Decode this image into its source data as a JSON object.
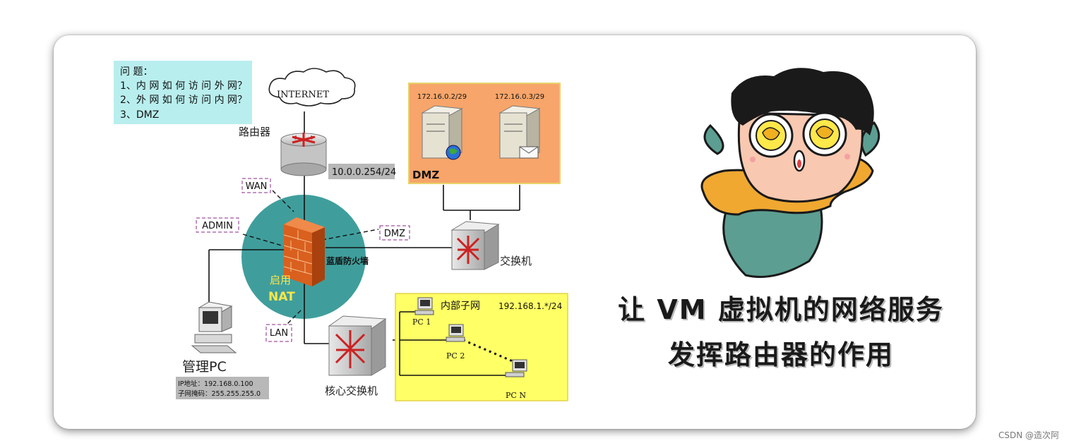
{
  "question_box": {
    "title": "问 题：",
    "line1": "1、内 网 如 何 访 问 外 网？",
    "line2": "2、外 网 如 何 访 问 内 网？",
    "line3": "3、DMZ"
  },
  "internet": {
    "label": "INTERNET"
  },
  "router": {
    "label": "路由器",
    "ip": "10.0.0.254/24"
  },
  "ports": {
    "wan": "WAN",
    "admin": "ADMIN",
    "dmz": "DMZ",
    "lan": "LAN"
  },
  "firewall": {
    "label": "蓝盾防火墙",
    "nat_line1": "启用",
    "nat_line2": "NAT"
  },
  "dmz_zone": {
    "label": "DMZ",
    "server1_ip": "172.16.0.2/29",
    "server2_ip": "172.16.0.3/29"
  },
  "switch": {
    "label": "交换机"
  },
  "core_switch": {
    "label": "核心交换机"
  },
  "lan_zone": {
    "title": "内部子网",
    "subnet": "192.168.1.*/24",
    "pc1": "PC 1",
    "pc2": "PC 2",
    "pcn": "PC N"
  },
  "admin_pc": {
    "label": "管理PC",
    "ip_line": "IP地址：192.168.0.100",
    "mask_line": "子网掩码：255.255.255.0"
  },
  "headline": {
    "line1": "让 VM 虚拟机的网络服务",
    "line2": "发挥路由器的作用"
  },
  "watermark": "CSDN @造次阿",
  "colors": {
    "teal_circle": "#3f9e9c",
    "question_bg": "#b9eeee",
    "dmz_bg": "#f7a56a",
    "lan_bg": "#ffff66",
    "port_tag": "#8a2a8a"
  }
}
